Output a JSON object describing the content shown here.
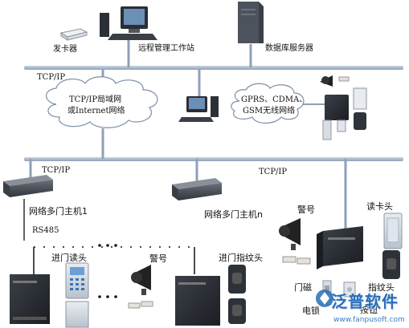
{
  "labels": {
    "card_issuer": "发卡器",
    "remote_workstation": "远程管理工作站",
    "db_server": "数据库服务器",
    "tcpip_top": "TCP/IP",
    "lan_cloud_line1": "TCP/IP局域网",
    "lan_cloud_line2": "或Internet网络",
    "wireless_cloud_line1": "GPRS、CDMA、",
    "wireless_cloud_line2": "GSM无线网络",
    "tcpip_left": "TCP/IP",
    "tcpip_right": "TCP/IP",
    "controller_1": "网络多门主机1",
    "controller_n": "网络多门主机n",
    "rs485": "RS485",
    "door_reader": "进门读头",
    "alarm_mid": "警号",
    "fp_reader_mid": "进门指纹头",
    "alarm_right": "警号",
    "card_reader_right": "读卡头",
    "door_magnet": "门磁",
    "fingerprint_head": "指纹头",
    "electric_lock": "电锁",
    "button": "按钮"
  },
  "logo": {
    "text": "泛普软件",
    "url": "www.fanpusoft.com"
  },
  "colors": {
    "network_line": "#9fb0c4",
    "cloud_stroke": "#6a7f9a",
    "controller_dark": "#2b2f36"
  }
}
